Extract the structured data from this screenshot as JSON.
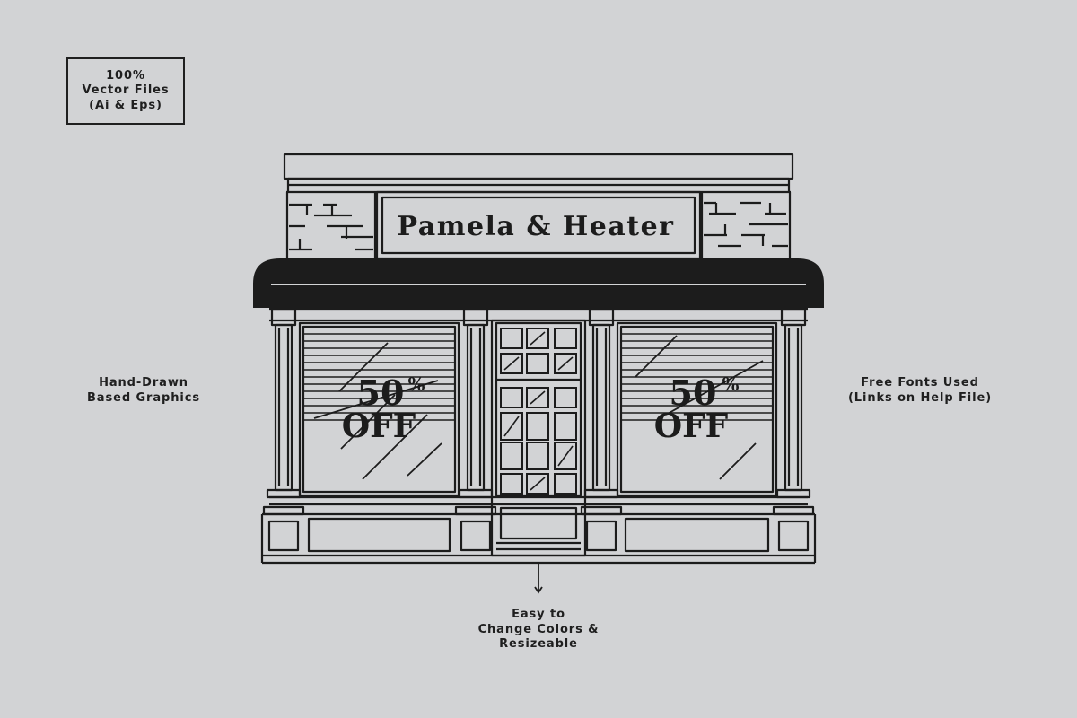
{
  "captions": {
    "vector_files": [
      "100%",
      "Vector Files",
      "(Ai & Eps)"
    ],
    "hand_drawn": [
      "Hand-Drawn",
      "Based Graphics"
    ],
    "free_fonts": [
      "Free Fonts Used",
      "(Links on Help File)"
    ],
    "easy_change": [
      "Easy to",
      "Change Colors &",
      "Resizeable"
    ]
  },
  "store": {
    "sign": "Pamela & Heater",
    "left_window": {
      "percent": "50",
      "symbol": "%",
      "off": "OFF"
    },
    "right_window": {
      "percent": "50",
      "symbol": "%",
      "off": "OFF"
    }
  },
  "colors": {
    "background": "#d2d3d5",
    "ink": "#1c1c1c"
  }
}
